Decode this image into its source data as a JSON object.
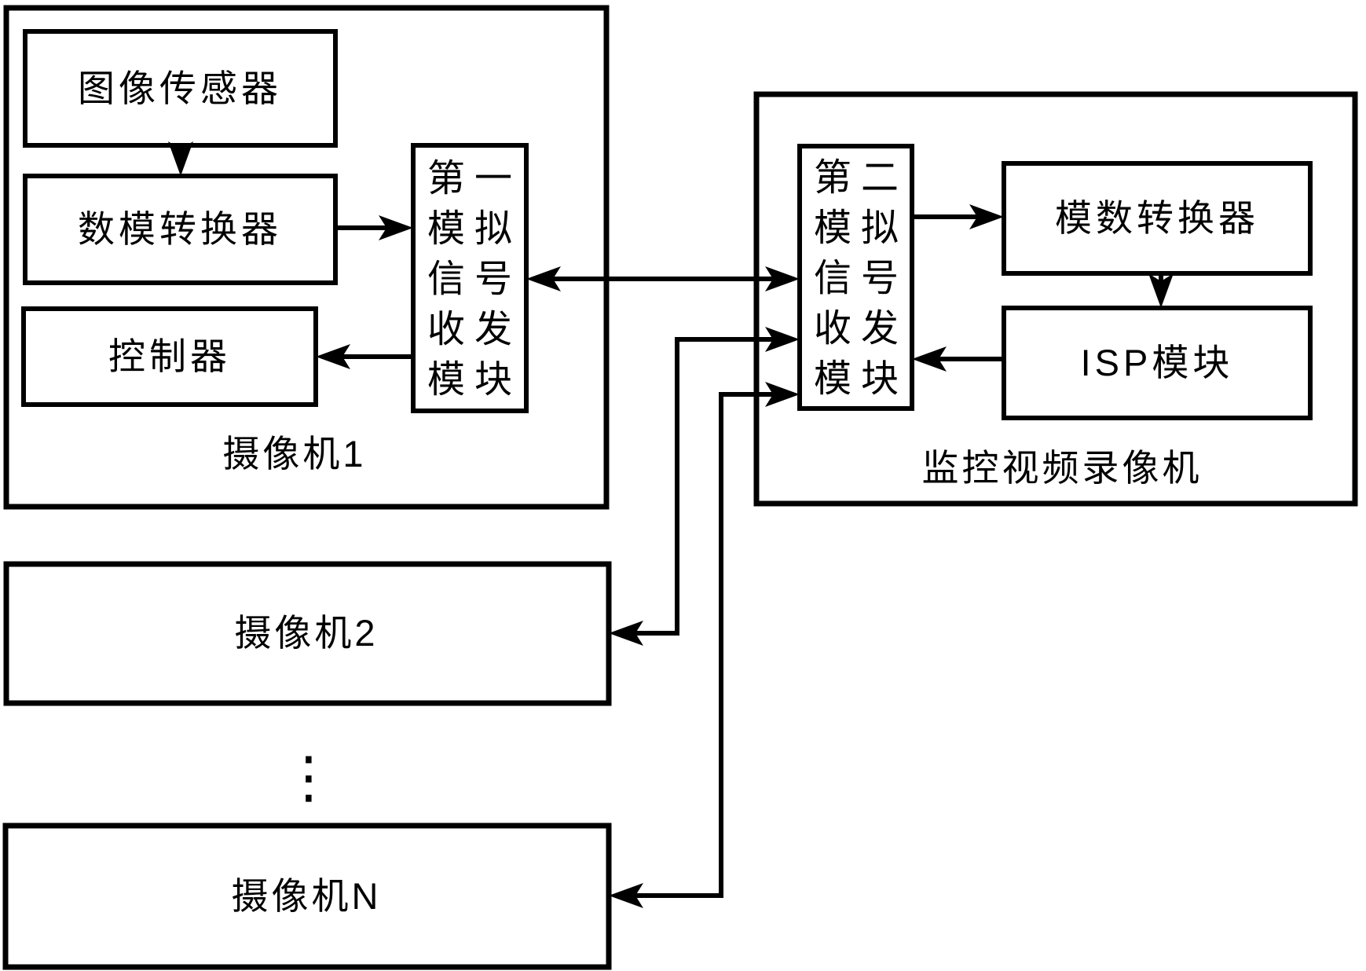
{
  "figure": {
    "camera1": {
      "label": "摄像机1",
      "blocks": {
        "image_sensor": "图像传感器",
        "dac": "数模转换器",
        "controller": "控制器"
      },
      "transceiver_rows": [
        "第一",
        "模拟",
        "信号",
        "收发",
        "模块"
      ]
    },
    "recorder": {
      "label": "监控视频录像机",
      "blocks": {
        "adc": "模数转换器",
        "isp": "ISP模块"
      },
      "transceiver_rows": [
        "第二",
        "模拟",
        "信号",
        "收发",
        "模块"
      ]
    },
    "camera2": {
      "label": "摄像机2"
    },
    "cameraN": {
      "label": "摄像机N"
    },
    "ellipsis": "⋮",
    "colors": {
      "line": "#000000",
      "background": "#ffffff"
    }
  }
}
